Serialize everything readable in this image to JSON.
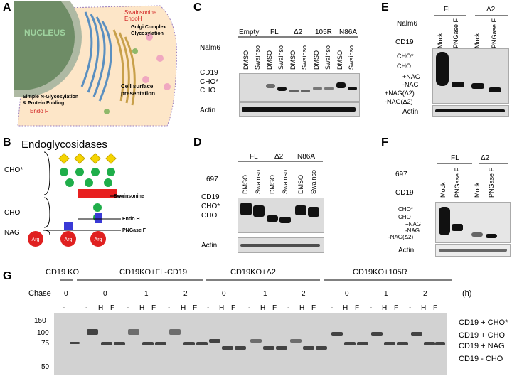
{
  "panels": {
    "A": {
      "label": "A",
      "nucleus": "NUCLEUS",
      "swainsonine": "Swainsonine",
      "endoh": "EndoH",
      "golgi1": "Golgi Complex",
      "golgi2": "Glycosylation",
      "cell1": "Cell surface",
      "cell2": "presentation",
      "simple1": "Simple N-Glycosylation",
      "simple2": "& Protein Folding",
      "endof": "Endo F"
    },
    "B": {
      "label": "B",
      "title": "Endoglycosidases",
      "cho_star": "CHO*",
      "cho": "CHO",
      "nag": "NAG",
      "swainsonine": "Swainsonine",
      "endoh": "Endo H",
      "pngase": "PNGase F",
      "arg": "Arg"
    },
    "C": {
      "label": "C",
      "cell": "Nalm6",
      "groups": [
        "Empty",
        "FL",
        "Δ2",
        "105R",
        "N86A"
      ],
      "lanes": [
        "DMSO",
        "Swainso",
        "DMSO",
        "Swainso",
        "DMSO",
        "Swainso",
        "DMSO",
        "Swainso",
        "DMSO",
        "Swainso"
      ],
      "cd19": "CD19",
      "cho_star": "CHO*",
      "cho": "CHO",
      "actin": "Actin"
    },
    "D": {
      "label": "D",
      "cell": "697",
      "groups": [
        "FL",
        "Δ2",
        "N86A"
      ],
      "lanes": [
        "DMSO",
        "Swainso",
        "DMSO",
        "Swainso",
        "DMSO",
        "Swainso"
      ],
      "cd19": "CD19",
      "cho_star": "CHO*",
      "cho": "CHO",
      "actin": "Actin"
    },
    "E": {
      "label": "E",
      "cell": "Nalm6",
      "groups": [
        "FL",
        "Δ2"
      ],
      "lanes": [
        "Mock",
        "PNGase F",
        "Mock",
        "PNGase F"
      ],
      "cd19": "CD19",
      "marks": [
        "CHO*",
        "CHO",
        "+NAG",
        "-NAG",
        "+NAG(Δ2)",
        "-NAG(Δ2)"
      ],
      "actin": "Actin"
    },
    "F": {
      "label": "F",
      "cell": "697",
      "groups": [
        "FL",
        "Δ2"
      ],
      "lanes": [
        "Mock",
        "PNGase F",
        "Mock",
        "PNGase F"
      ],
      "cd19": "CD19",
      "marks": [
        "CHO*",
        "CHO",
        "+NAG",
        "-NAG",
        "-NAG(Δ2)"
      ],
      "actin": "Actin"
    },
    "G": {
      "label": "G",
      "groups": [
        "CD19 KO",
        "CD19KO+FL-CD19",
        "CD19KO+Δ2",
        "CD19KO+105R"
      ],
      "chase": "Chase",
      "unit": "(h)",
      "times": [
        "0",
        "0",
        "1",
        "2",
        "0",
        "1",
        "2",
        "0",
        "1",
        "2"
      ],
      "treat": [
        "-",
        "-",
        "H",
        "F"
      ],
      "mw": [
        "150",
        "100",
        "75",
        "50"
      ],
      "right": [
        "CD19 + CHO*",
        "CD19 + CHO",
        "CD19 + NAG",
        "CD19 - CHO"
      ]
    }
  }
}
